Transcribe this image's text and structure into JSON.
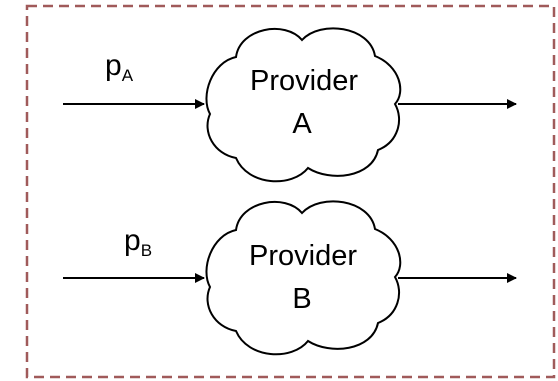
{
  "colors": {
    "border": "#a05a5a",
    "stroke": "#000000",
    "background": "#ffffff"
  },
  "provider_a": {
    "input_label_main": "p",
    "input_label_sub": "A",
    "name_line1": "Provider",
    "name_line2": "A"
  },
  "provider_b": {
    "input_label_main": "p",
    "input_label_sub": "B",
    "name_line1": "Provider",
    "name_line2": "B"
  }
}
